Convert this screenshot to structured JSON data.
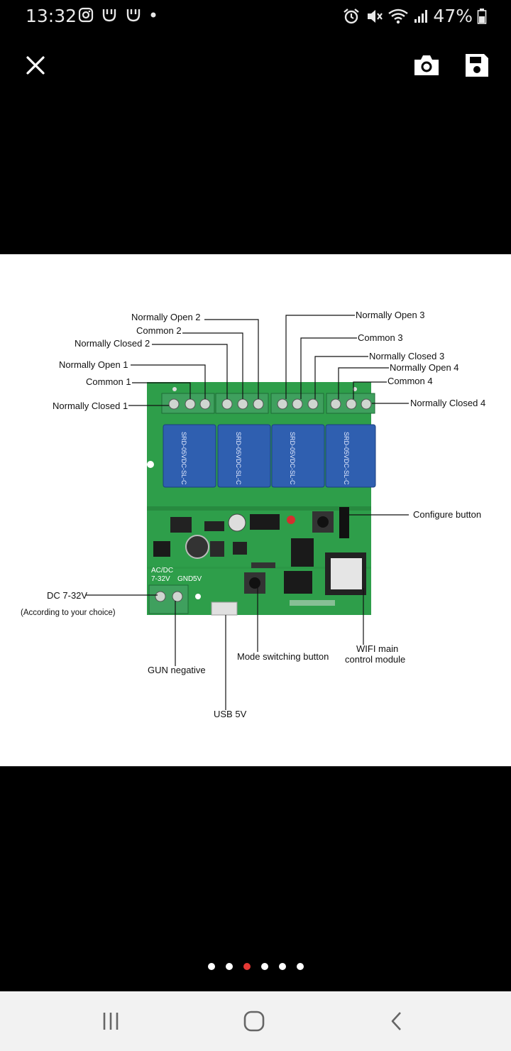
{
  "status_bar": {
    "time": "13:32",
    "battery": "47%",
    "left_icons": [
      "instagram-icon",
      "mi-home-icon",
      "mi-home-icon",
      "notification-dot-icon"
    ],
    "right_icons": [
      "alarm-icon",
      "mute-icon",
      "wifi-icon",
      "signal-icon",
      "battery-icon"
    ]
  },
  "toolbar": {
    "close_icon": "close-icon",
    "camera_icon": "camera-icon",
    "save_icon": "save-icon"
  },
  "image": {
    "labels": {
      "normally_open_2": "Normally Open 2",
      "common_2": "Common 2",
      "normally_closed_2": "Normally Closed 2",
      "normally_open_1": "Normally Open 1",
      "common_1": "Common 1",
      "normally_closed_1": "Normally Closed 1",
      "normally_open_3": "Normally Open 3",
      "common_3": "Common 3",
      "normally_closed_3": "Normally Closed 3",
      "normally_open_4": "Normally Open 4",
      "common_4": "Common 4",
      "normally_closed_4": "Normally Closed 4",
      "configure_button": "Configure button",
      "dc_input": "DC 7-32V",
      "dc_note": "(According to your choice)",
      "gun_negative": "GUN negative",
      "mode_switching": "Mode switching button",
      "wifi_module_1": "WIFI main",
      "wifi_module_2": "control module",
      "usb": "USB 5V"
    },
    "board_text": {
      "acdc": "AC/DC",
      "voltage": "7-32V",
      "gnd": "GND",
      "fivev": "5V",
      "relay_model": "SRD-05VDC-SL-C"
    }
  },
  "pager": {
    "count": 6,
    "active_index": 2
  },
  "nav_bar": {
    "recent_icon": "recent-apps-icon",
    "home_icon": "home-icon",
    "back_icon": "back-icon"
  }
}
